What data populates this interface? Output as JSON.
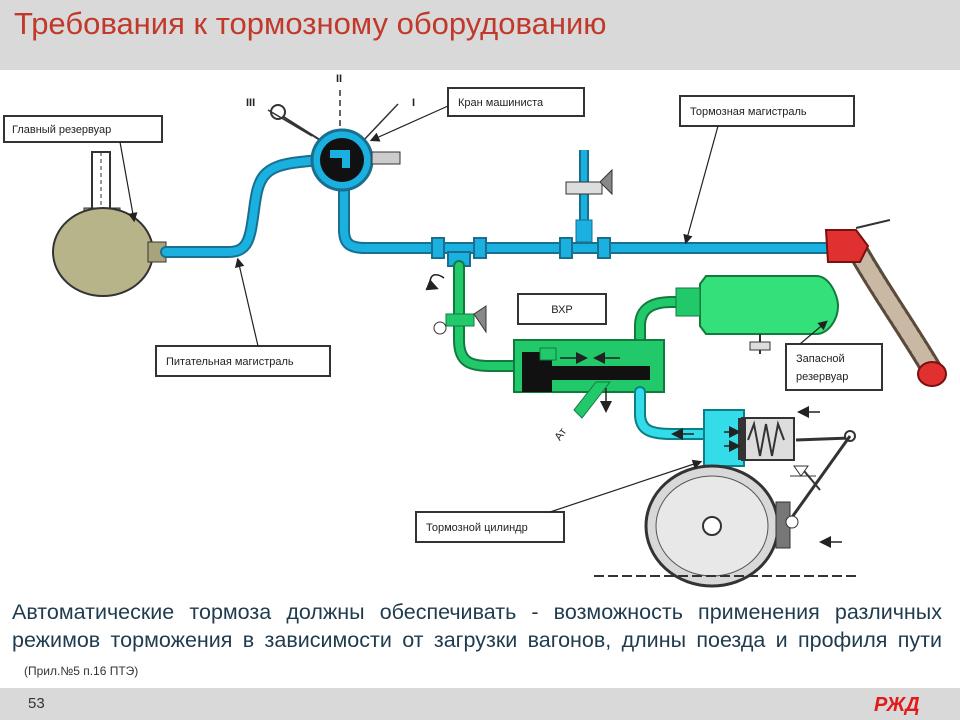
{
  "header": {
    "title": "Требования к тормозному оборудованию"
  },
  "diagram": {
    "labels": {
      "main_reservoir": "Главный резервуар",
      "drivers_valve": "Кран машиниста",
      "brake_pipe": "Тормозная магистраль",
      "feed_pipe": "Питательная магистраль",
      "vhr": "ВХР",
      "aux_reservoir_line1": "Запасной",
      "aux_reservoir_line2": "резервуар",
      "brake_cylinder": "Тормозной цилиндр",
      "atm": "Ат"
    },
    "valve_positions": [
      "III",
      "II",
      "I"
    ]
  },
  "body": {
    "text": "Автоматические тормоза должны обеспечивать - возможность применения различных режимов торможения в зависимости от загрузки вагонов, длины поезда и профиля пути",
    "reference": "(Прил.№5 п.16 ПТЭ)"
  },
  "footer": {
    "page_number": "53",
    "logo": "РЖД"
  },
  "colors": {
    "title": "#c0392b",
    "pipe_blue": "#1ab0e0",
    "pipe_green": "#22c96a",
    "reservoir_green": "#33e07a",
    "valve_red": "#e03030",
    "band": "#d9d9d9"
  }
}
